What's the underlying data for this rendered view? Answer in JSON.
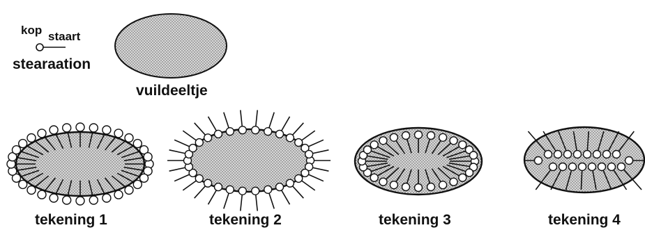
{
  "legend": {
    "head_label": "kop",
    "tail_label": "staart",
    "molecule_label": "stearaation"
  },
  "particle_label": "vuildeeltje",
  "drawings": [
    {
      "label": "tekening 1"
    },
    {
      "label": "tekening 2"
    },
    {
      "label": "tekening 3"
    },
    {
      "label": "tekening 4"
    }
  ],
  "colors": {
    "ink": "#111111",
    "dirt_fill": "#c9c9c9",
    "dirt_dots": "#555555",
    "background": "#ffffff"
  }
}
